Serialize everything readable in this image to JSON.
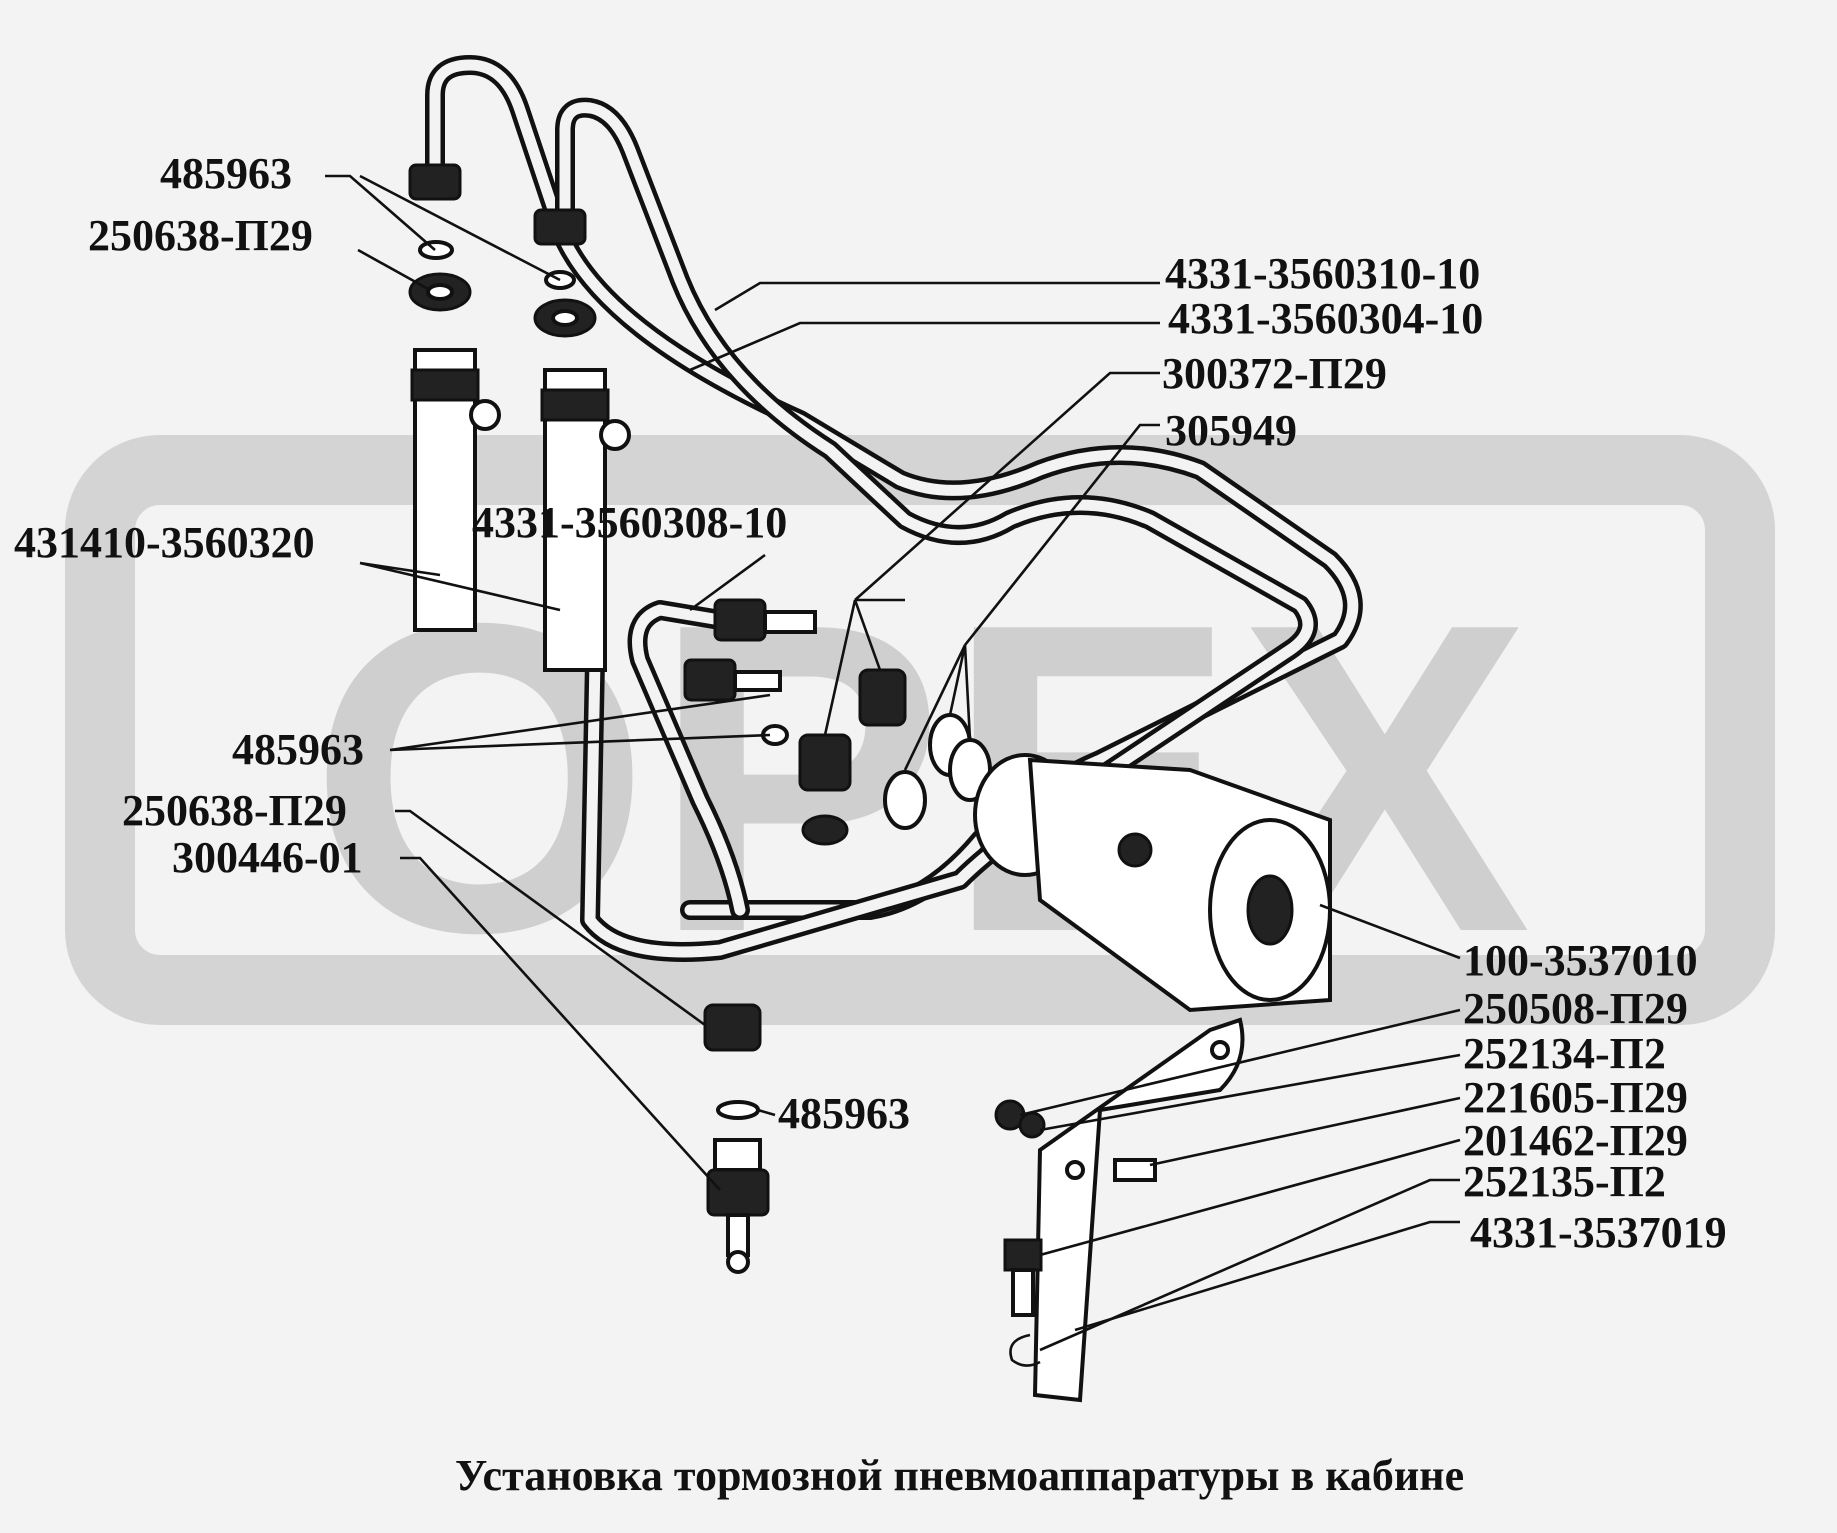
{
  "caption": "Установка тормозной пневмоаппаратуры в кабине",
  "watermark": {
    "text": "ОРЕХ",
    "color": "#cfcfcf"
  },
  "labels": [
    "485963",
    "250638-П29",
    "4331-3560310-10",
    "4331-3560304-10",
    "300372-П29",
    "305949",
    "431410-3560320",
    "4331-3560308-10",
    "485963",
    "250638-П29",
    "300446-01",
    "100-3537010",
    "250508-П29",
    "252134-П2",
    "221605-П29",
    "201462-П29",
    "252135-П2",
    "4331-3537019",
    "485963"
  ]
}
